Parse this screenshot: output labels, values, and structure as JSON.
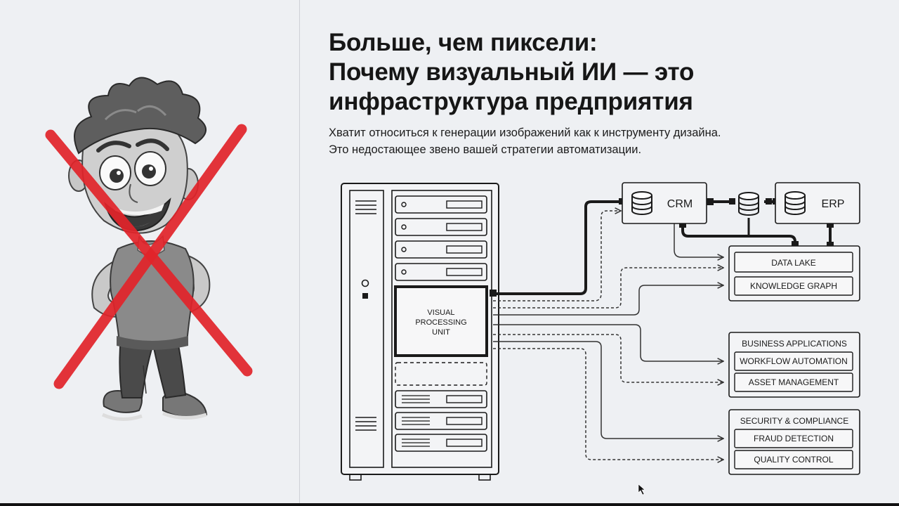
{
  "title": {
    "line1": "Больше, чем пиксели:",
    "line2": "Почему визуальный ИИ — это",
    "line3": "инфраструктура предприятия"
  },
  "subtitle": {
    "line1": "Хватит относиться к генерации изображений как к инструменту дизайна.",
    "line2": "Это недостающее звено вашей стратегии автоматизации."
  },
  "diagram": {
    "vpu": {
      "line1": "VISUAL",
      "line2": "PROCESSING",
      "line3": "UNIT"
    },
    "crm": "CRM",
    "erp": "ERP",
    "data_group": {
      "item1": "DATA LAKE",
      "item2": "KNOWLEDGE GRAPH"
    },
    "business_group": {
      "header": "BUSINESS APPLICATIONS",
      "item1": "WORKFLOW AUTOMATION",
      "item2": "ASSET MANAGEMENT"
    },
    "security_group": {
      "header": "SECURITY & COMPLIANCE",
      "item1": "FRAUD DETECTION",
      "item2": "QUALITY CONTROL"
    }
  },
  "colors": {
    "background": "#eef0f3",
    "line": "#1a1a1a",
    "cross": "#e2242a"
  },
  "icons": [
    "cartoon-character-illustration",
    "red-cross-icon",
    "database-icon",
    "server-rack-icon",
    "mouse-cursor-icon"
  ]
}
